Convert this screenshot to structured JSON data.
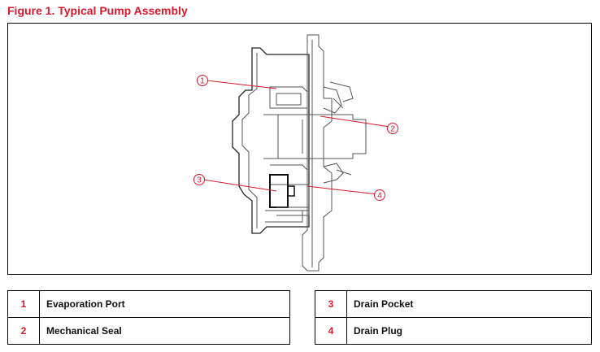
{
  "figure": {
    "title": "Figure 1. Typical Pump Assembly",
    "callouts": [
      "1",
      "2",
      "3",
      "4"
    ]
  },
  "legend": {
    "left": [
      {
        "num": "1",
        "label": "Evaporation Port"
      },
      {
        "num": "2",
        "label": "Mechanical Seal"
      }
    ],
    "right": [
      {
        "num": "3",
        "label": "Drain Pocket"
      },
      {
        "num": "4",
        "label": "Drain Plug"
      }
    ]
  },
  "colors": {
    "accent": "#d8192e",
    "line": "#000000",
    "drawing": "#555555"
  }
}
